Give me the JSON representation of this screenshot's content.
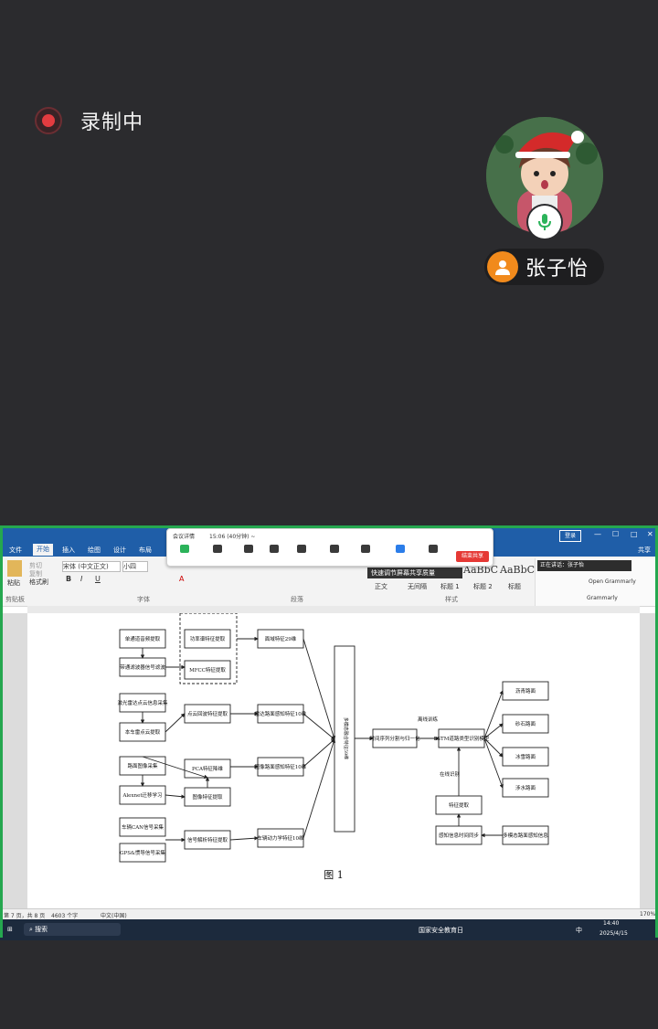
{
  "recording": {
    "label": "录制中"
  },
  "participant": {
    "name": "张子怡"
  },
  "meeting_bar": {
    "info": "会议详情",
    "time": "15:06 (40分钟) ~",
    "share_label": "结束共享"
  },
  "word": {
    "tabs": [
      "文件",
      "开始",
      "插入",
      "绘图",
      "设计",
      "布局"
    ],
    "active_tab": "开始",
    "login": "登录",
    "share": "共享",
    "font_name": "宋体 (中文正文)",
    "font_size": "小四",
    "group_clipboard": "剪贴板",
    "group_font": "字体",
    "group_paragraph": "段落",
    "group_styles": "样式",
    "paste": "粘贴",
    "cut": "剪切",
    "copy": "复制",
    "format_painter": "格式刷",
    "style_banner": "快速调节屏幕共享质量",
    "styles": [
      "正文",
      "无间隔",
      "标题 1",
      "标题 2",
      "标题"
    ],
    "style_preview": "AaBbC",
    "speaking": "正在讲话：张子怡",
    "grammarly": "Open Grammarly",
    "grammarly2": "Grammarly",
    "status_page": "第 7 页，共 8 页",
    "status_words": "4603 个字",
    "status_lang": "中文(中国)",
    "zoom": "170%",
    "taskbar_search": "搜索",
    "taskbar_news": "国家安全教育日",
    "taskbar_time": "14:40",
    "taskbar_date": "2025/4/15",
    "taskbar_ime": "中"
  },
  "diagram": {
    "caption": "图 1",
    "col1": [
      "单通道音频提取",
      "带通滤波器信号滤波",
      "激光雷达点云信息采集",
      "本车雷点云提取",
      "路面图像采集",
      "Alexnet迁移学习",
      "车辆CAN信号采集",
      "GPS&惯导信号采集"
    ],
    "col2": [
      "功率谱特征提取",
      "MFCC特征提取",
      "点云回波特征提取",
      "PCA特征降维",
      "图像特征提取",
      "信号解析特征提取"
    ],
    "col3": [
      "面域特征29维",
      "雷达路面感知特征10维",
      "图像路面感知特征10维",
      "车辆动力学特征10维"
    ],
    "fusion": "多模态融合特征59维",
    "norm": "时间序列分割与归一化",
    "offline": "离线训练",
    "lstm": "LSTM道路类型识别模型",
    "online": "在线识别",
    "feature": "特征提取",
    "sync": "感知信息时间同步",
    "multi": "多模态路面感知信息",
    "outputs": [
      "沥青路面",
      "砂石路面",
      "冰雪路面",
      "涉水路面"
    ]
  }
}
